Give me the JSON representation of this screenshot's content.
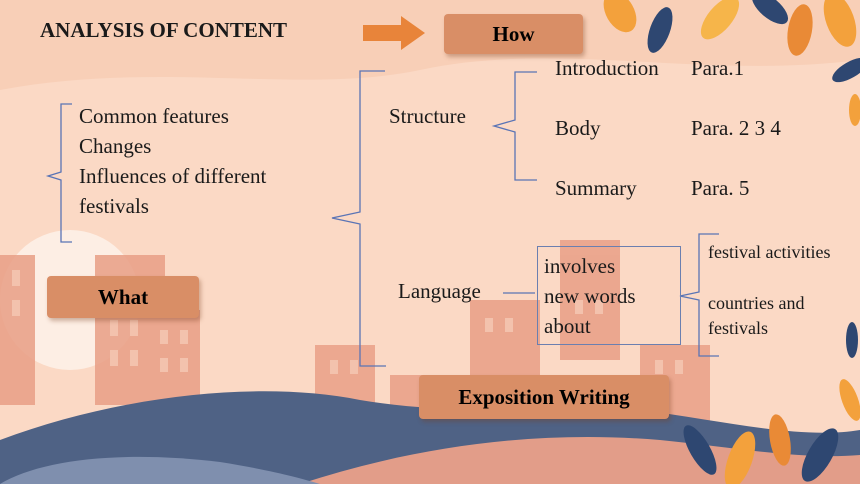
{
  "title": "ANALYSIS OF CONTENT",
  "how_label": "How",
  "what_label": "What",
  "exposition_label": "Exposition Writing",
  "what_items": [
    "Common features",
    "Changes",
    "Influences of different",
    "festivals"
  ],
  "structure": {
    "label": "Structure",
    "rows": [
      {
        "part": "Introduction",
        "para": "Para.1"
      },
      {
        "part": "Body",
        "para": "Para. 2 3 4"
      },
      {
        "part": "Summary",
        "para": "Para. 5"
      }
    ]
  },
  "language": {
    "label": "Language",
    "box_lines": [
      "involves",
      "new words",
      "about"
    ],
    "topics": [
      "festival activities",
      "countries and",
      "festivals"
    ]
  },
  "colors": {
    "background": "#fbd9c5",
    "label_box": "#d98e66",
    "arrow": "#e8843a",
    "bracket": "#5a74b5"
  }
}
